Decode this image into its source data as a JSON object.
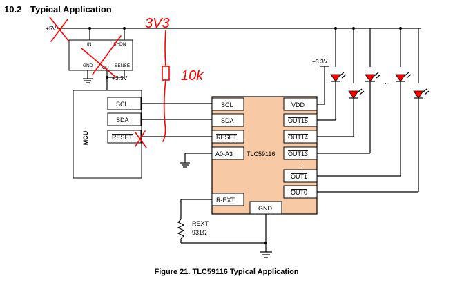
{
  "section": {
    "number": "10.2",
    "title": "Typical Application"
  },
  "supply": {
    "v5": "+5V",
    "v33_a": "+3.3V",
    "v33_b": "+3.3V"
  },
  "regulator": {
    "in": "IN",
    "shdn": "SHDN",
    "gnd": "GND",
    "out": "OUT",
    "sense": "SENSE"
  },
  "mcu": {
    "title": "MCU",
    "pins": [
      "SCL",
      "SDA",
      "RESET"
    ]
  },
  "chip": {
    "name": "TLC59116",
    "left_pins": [
      "SCL",
      "SDA",
      "RESET",
      "A0-A3"
    ],
    "right_pins": [
      "VDD",
      "OUT15",
      "OUT14",
      "OUT13",
      "OUT1",
      "OUT0"
    ],
    "rext_pin": "R-EXT",
    "gnd_pin": "GND",
    "vdots": "⋮"
  },
  "resistor": {
    "name": "REXT",
    "value": "931Ω"
  },
  "led_ellipsis": "...",
  "handwriting": {
    "voltage": "3V3",
    "resistor": "10k"
  },
  "caption": "Figure 21.  TLC59116 Typical Application",
  "colors": {
    "chip_fill": "#f8c9a5",
    "annotation": "#ff0000",
    "led": "#ff0000"
  }
}
